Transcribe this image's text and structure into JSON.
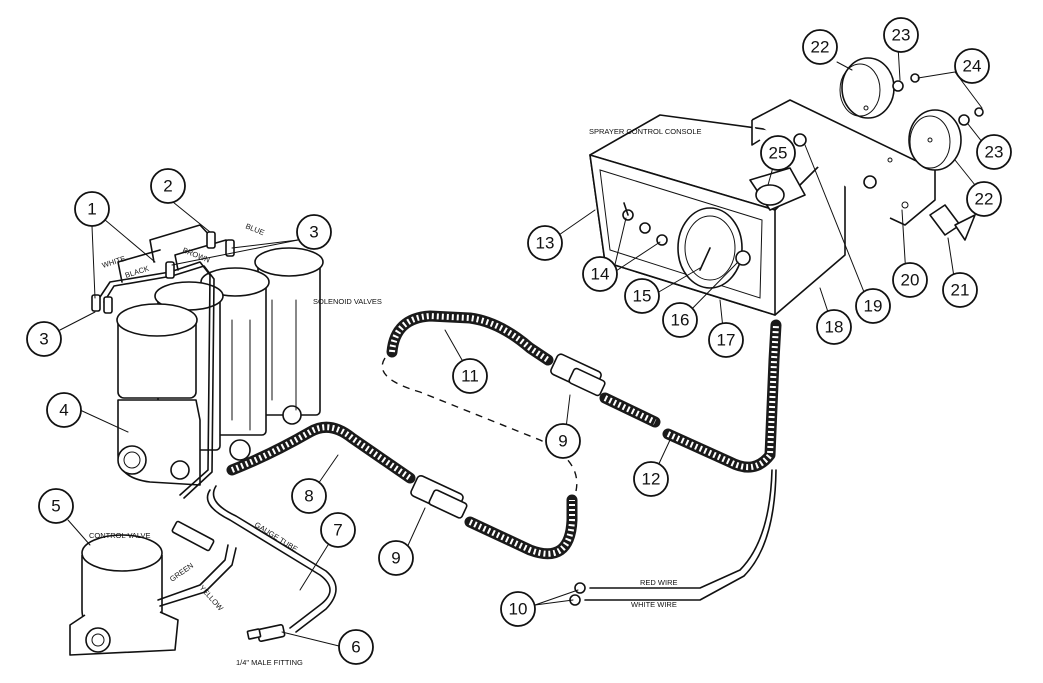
{
  "labels": {
    "sprayer_console": "SPRAYER CONTROL CONSOLE",
    "solenoid_valves": "SOLENOID VALVES",
    "control_valve": "CONTROL VALVE",
    "gauge_tube": "GAUGE TUBE",
    "male_fitting": "1/4\" MALE FITTING",
    "red_wire": "RED WIRE",
    "white_wire_bottom": "WHITE WIRE",
    "wire_white": "WHITE",
    "wire_black": "BLACK",
    "wire_brown": "BROWN",
    "wire_blue": "BLUE",
    "wire_green": "GREEN",
    "wire_yellow": "YELLOW"
  },
  "callouts": [
    "1",
    "2",
    "3",
    "3",
    "4",
    "5",
    "6",
    "7",
    "8",
    "9",
    "9",
    "10",
    "11",
    "12",
    "13",
    "14",
    "15",
    "16",
    "17",
    "18",
    "19",
    "20",
    "21",
    "22",
    "22",
    "23",
    "23",
    "24",
    "25"
  ]
}
